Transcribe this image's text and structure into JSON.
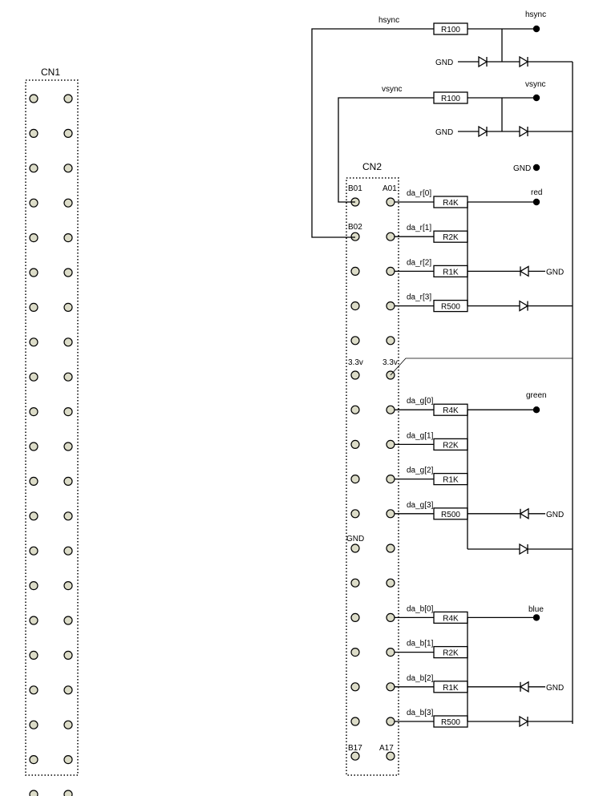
{
  "connectors": {
    "cn1": {
      "title": "CN1",
      "rows": 22
    },
    "cn2": {
      "title": "CN2",
      "rows": 17,
      "labels": {
        "b01": "B01",
        "a01": "A01",
        "b02": "B02",
        "b09": "3.3v",
        "a09": "3.3v",
        "b13": "GND",
        "b17": "B17",
        "a17": "A17"
      }
    }
  },
  "sync": [
    {
      "key": "hsync",
      "wire_label": "hsync",
      "resistor": "R100",
      "output_label": "hsync",
      "gnd_label": "GND"
    },
    {
      "key": "vsync",
      "wire_label": "vsync",
      "resistor": "R100",
      "output_label": "vsync",
      "gnd_label": "GND"
    }
  ],
  "gnd_terminal": "GND",
  "channels": [
    {
      "name": "red",
      "output_label": "red",
      "signals": [
        "da_r[0]",
        "da_r[1]",
        "da_r[2]",
        "da_r[3]"
      ],
      "resistors": [
        "R4K",
        "R2K",
        "R1K",
        "R500"
      ],
      "gnd_label": "GND"
    },
    {
      "name": "green",
      "output_label": "green",
      "signals": [
        "da_g[0]",
        "da_g[1]",
        "da_g[2]",
        "da_g[3]"
      ],
      "resistors": [
        "R4K",
        "R2K",
        "R1K",
        "R500"
      ],
      "gnd_label": "GND"
    },
    {
      "name": "blue",
      "output_label": "blue",
      "signals": [
        "da_b[0]",
        "da_b[1]",
        "da_b[2]",
        "da_b[3]"
      ],
      "resistors": [
        "R4K",
        "R2K",
        "R1K",
        "R500"
      ],
      "gnd_label": "GND"
    }
  ]
}
